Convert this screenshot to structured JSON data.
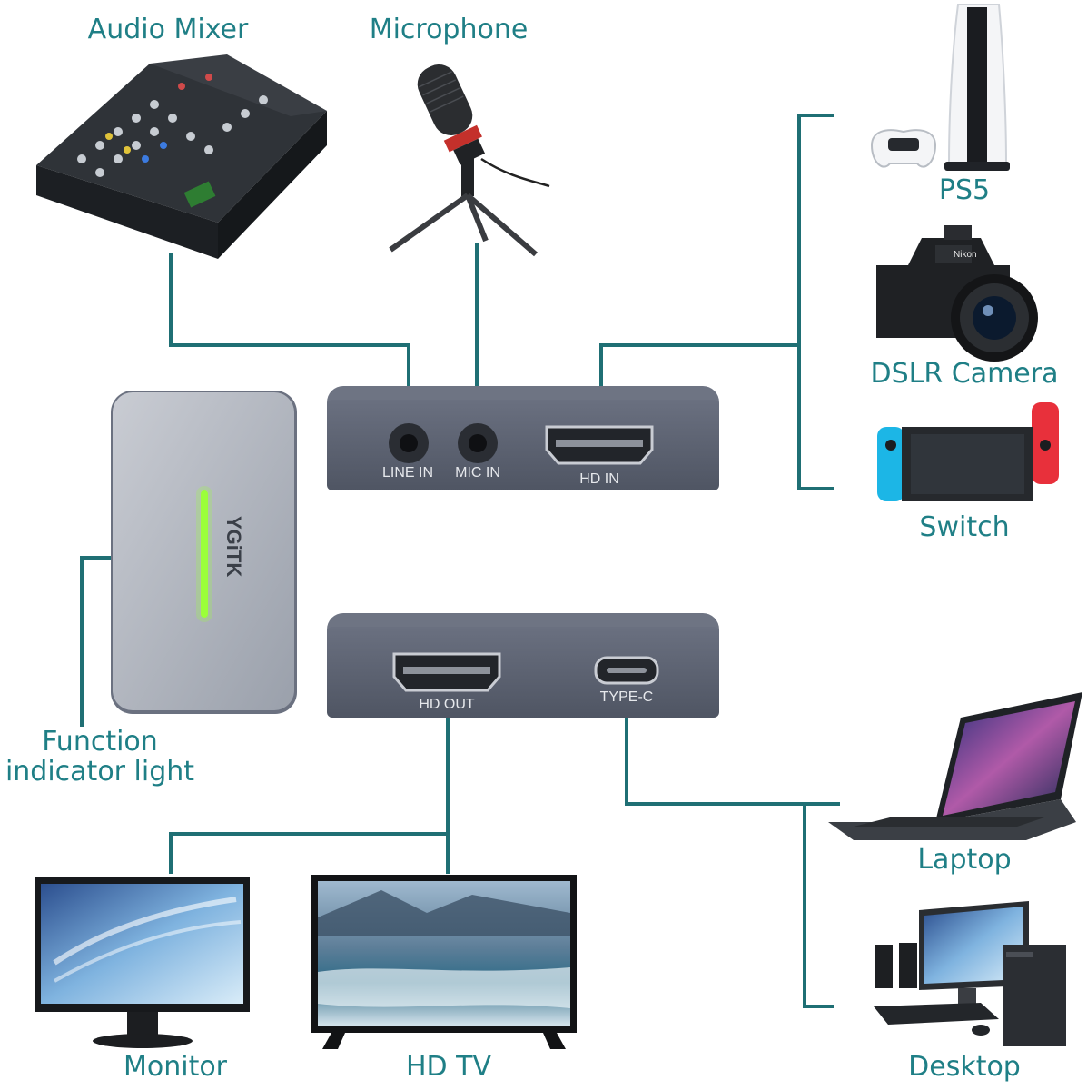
{
  "labels": {
    "audio_mixer": "Audio Mixer",
    "microphone": "Microphone",
    "ps5": "PS5",
    "dslr_camera": "DSLR Camera",
    "switch": "Switch",
    "function_indicator": "Function\nindicator light",
    "laptop": "Laptop",
    "desktop": "Desktop",
    "monitor": "Monitor",
    "hd_tv": "HD TV"
  },
  "ports": {
    "line_in": "LINE IN",
    "mic_in": "MIC IN",
    "hd_in": "HD IN",
    "hd_out": "HD OUT",
    "type_c": "TYPE-C"
  },
  "brand": "YGiTK",
  "colors": {
    "connector_line": "#1f6f74",
    "label_text": "#1f7f86",
    "device_body": "#5b6170",
    "indicator_light": "#9bff3a"
  },
  "icons": [
    "audio-mixer-icon",
    "microphone-icon",
    "ps5-icon",
    "dslr-camera-icon",
    "switch-console-icon",
    "laptop-icon",
    "desktop-icon",
    "monitor-icon",
    "tv-icon"
  ]
}
